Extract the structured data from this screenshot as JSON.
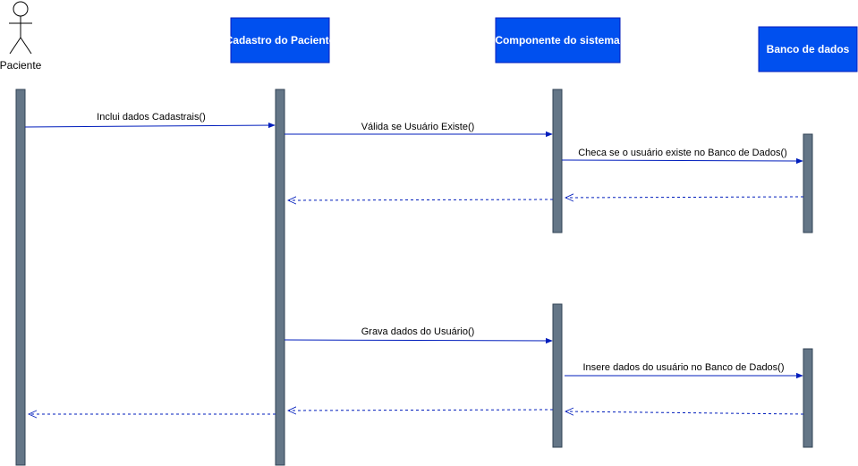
{
  "colors": {
    "box_fill": "#0050ef",
    "box_stroke": "#001dbc",
    "activation_fill": "#647687",
    "activation_stroke": "#314354",
    "arrow": "#001dbc"
  },
  "actor": {
    "label": "Paciente"
  },
  "participants": {
    "cadastro": "Cadastro do Paciente",
    "componente": "Componente do sistema",
    "banco": "Banco de dados"
  },
  "messages": {
    "m1": "Inclui dados Cadastrais()",
    "m2": "Válida se Usuário Existe()",
    "m3": "Checa se o usuário existe no Banco de Dados()",
    "m4": "Grava dados do Usuário()",
    "m5": "Insere dados do usuário no Banco de Dados()"
  }
}
